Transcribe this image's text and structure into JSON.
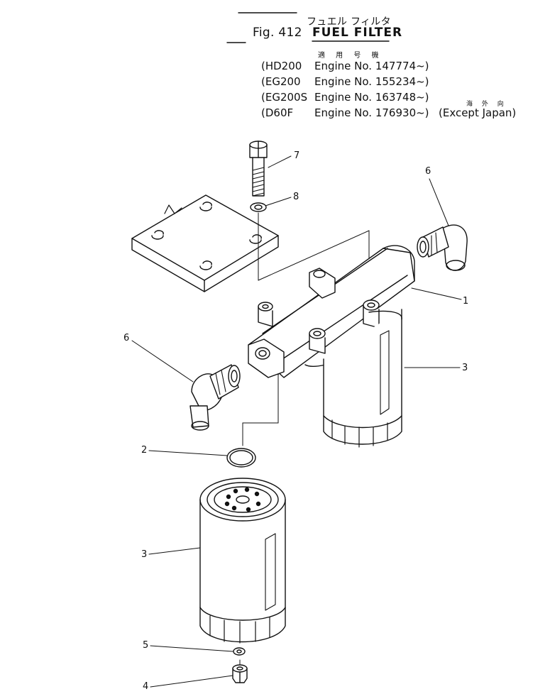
{
  "header": {
    "title_jp": "フュエル フィルタ",
    "fig_number": "Fig. 412",
    "title": "FUEL FILTER",
    "serial_label_jp": "適 用 号 機",
    "abroad_label_jp": "海 外 向"
  },
  "applicability": [
    {
      "model": "(HD200",
      "engine": "Engine No. 147774~)",
      "extra": ""
    },
    {
      "model": "(EG200",
      "engine": "Engine No. 155234~)",
      "extra": ""
    },
    {
      "model": "(EG200S",
      "engine": "Engine No. 163748~)",
      "extra": ""
    },
    {
      "model": "(D60F",
      "engine": "Engine No. 176930~)",
      "extra": "(Except Japan)"
    }
  ],
  "callouts": [
    "1",
    "2",
    "3",
    "3",
    "4",
    "5",
    "6",
    "6",
    "7",
    "8"
  ]
}
